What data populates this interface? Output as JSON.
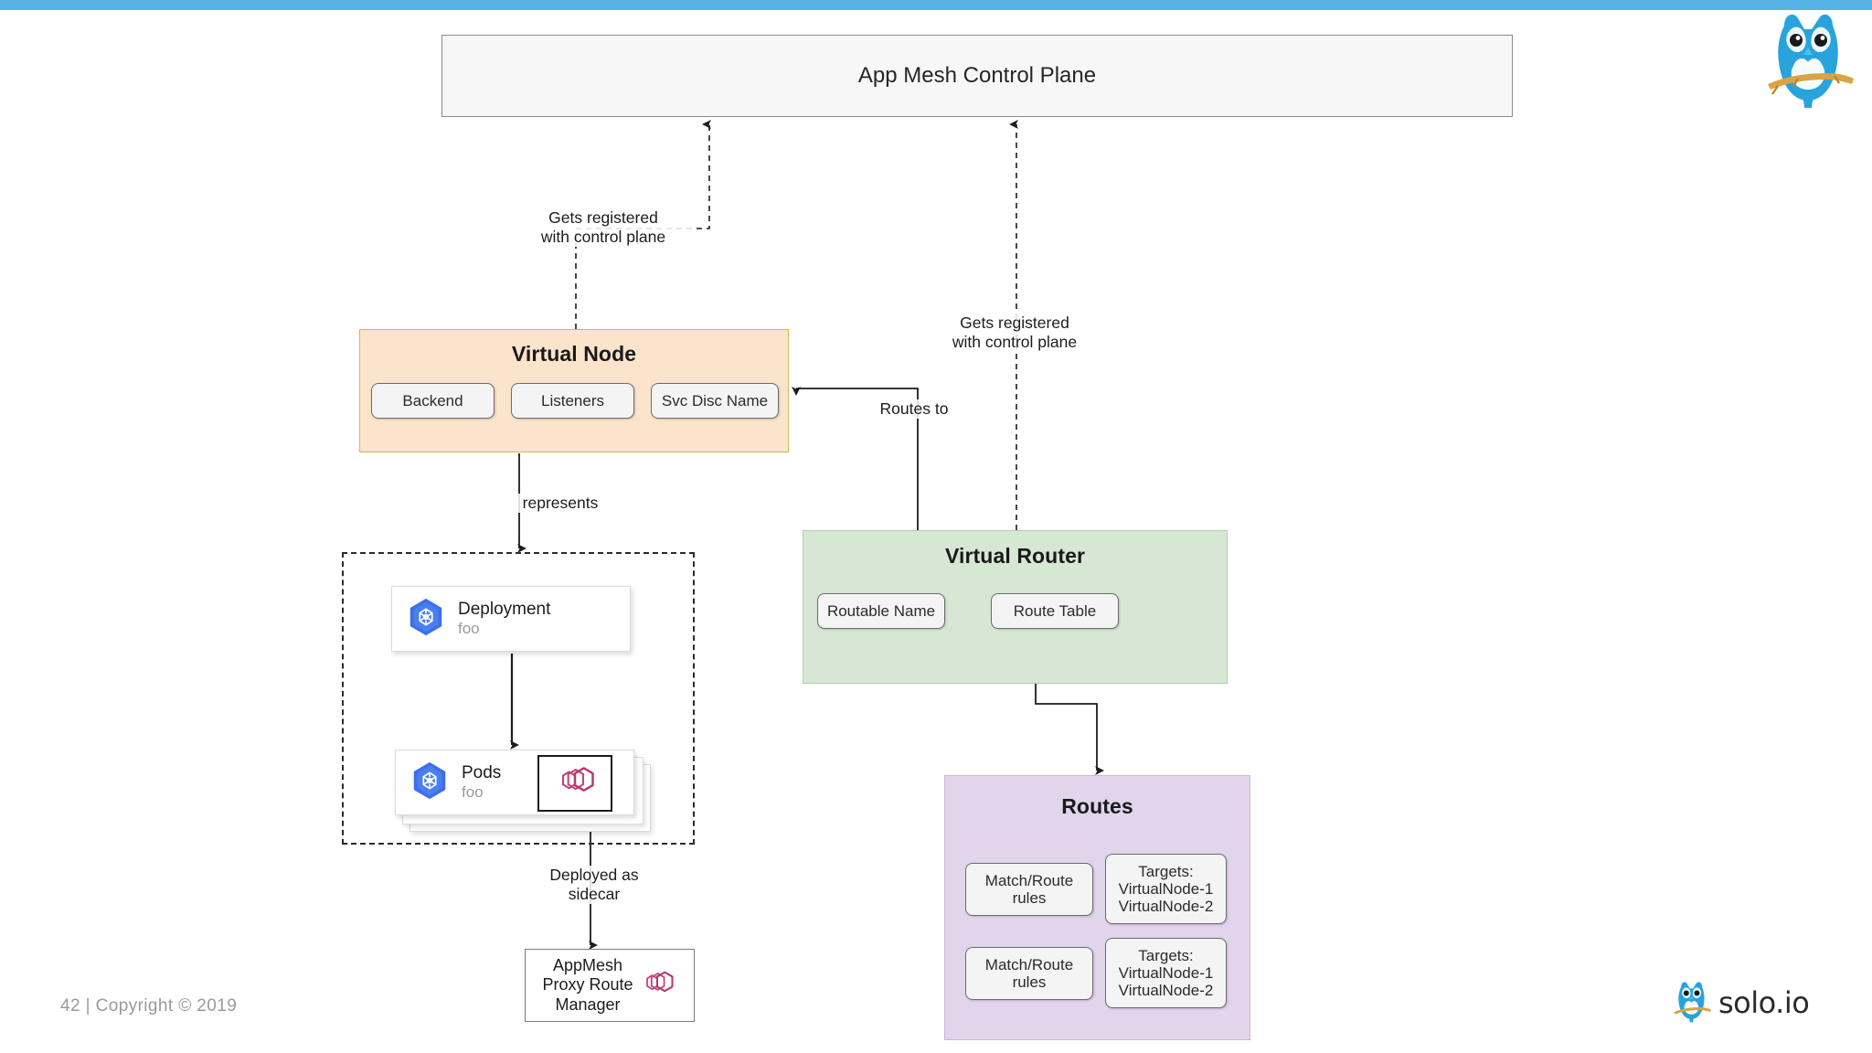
{
  "slide": {
    "footer_text": "42  |  Copyright © 2019",
    "brand_name": "solo.io",
    "accent_color": "#55b4e4"
  },
  "control_plane": {
    "label": "App Mesh Control Plane",
    "bg_color": "#f7f7f7",
    "border_color": "#8c8c8c"
  },
  "virtual_node": {
    "title": "Virtual Node",
    "bg_color": "#fce3cb",
    "border_color": "#d6b656",
    "chips": [
      {
        "label": "Backend"
      },
      {
        "label": "Listeners"
      },
      {
        "label": "Svc Disc Name"
      }
    ]
  },
  "virtual_router": {
    "title": "Virtual Router",
    "bg_color": "#d6e8d4",
    "border_color": "#b3ccb0",
    "chips": [
      {
        "label": "Routable\nName"
      },
      {
        "label": "Route\nTable"
      }
    ]
  },
  "routes": {
    "title": "Routes",
    "bg_color": "#e1d5ec",
    "border_color": "#c9b8d8",
    "rows": [
      {
        "rule": "Match/Route\nrules",
        "targets": "Targets:\nVirtualNode-1\nVirtualNode-2"
      },
      {
        "rule": "Match/Route\nrules",
        "targets": "Targets:\nVirtualNode-1\nVirtualNode-2"
      }
    ]
  },
  "kubernetes": {
    "deployment": {
      "title": "Deployment",
      "subtitle": "foo",
      "icon": "kubernetes-icon"
    },
    "pods": {
      "title": "Pods",
      "subtitle": "foo",
      "icon": "kubernetes-icon",
      "badge_icon": "envoy-icon"
    }
  },
  "proxy_manager": {
    "label": "AppMesh\nProxy Route\nManager",
    "icon": "envoy-icon"
  },
  "edges": [
    {
      "id": "vn-to-cp",
      "label": "Gets registered\nwith control plane",
      "style": "dashed"
    },
    {
      "id": "vr-to-cp",
      "label": "Gets registered\nwith control plane",
      "style": "dashed"
    },
    {
      "id": "vr-to-vn",
      "label": "Routes to",
      "style": "solid"
    },
    {
      "id": "vn-to-k8s",
      "label": "represents",
      "style": "solid"
    },
    {
      "id": "pods-to-proxy",
      "label": "Deployed as\nsidecar",
      "style": "solid"
    },
    {
      "id": "deployment-to-pods",
      "label": "",
      "style": "solid"
    },
    {
      "id": "route-table-to-routes",
      "label": "",
      "style": "solid"
    }
  ]
}
